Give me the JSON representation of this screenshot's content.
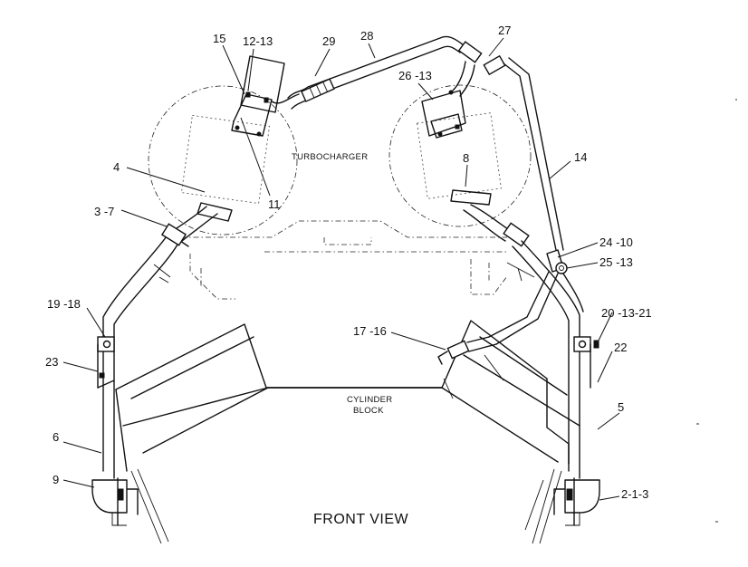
{
  "diagram": {
    "view_title": "FRONT VIEW",
    "labels": {
      "turbocharger": "TURBOCHARGER",
      "cylinder_block_line1": "CYLINDER",
      "cylinder_block_line2": "BLOCK"
    },
    "callouts": [
      {
        "id": "c15",
        "text": "15"
      },
      {
        "id": "c12",
        "text": "12-13"
      },
      {
        "id": "c29",
        "text": "29"
      },
      {
        "id": "c28",
        "text": "28"
      },
      {
        "id": "c27",
        "text": "27"
      },
      {
        "id": "c26",
        "text": "26 -13"
      },
      {
        "id": "c4",
        "text": "4"
      },
      {
        "id": "c11",
        "text": "11"
      },
      {
        "id": "c8",
        "text": "8"
      },
      {
        "id": "c14",
        "text": "14"
      },
      {
        "id": "c37",
        "text": "3 -7"
      },
      {
        "id": "c24",
        "text": "24 -10"
      },
      {
        "id": "c25",
        "text": "25 -13"
      },
      {
        "id": "c1918",
        "text": "19 -18"
      },
      {
        "id": "c1716",
        "text": "17 -16"
      },
      {
        "id": "c20",
        "text": "20 -13-21"
      },
      {
        "id": "c23",
        "text": "23"
      },
      {
        "id": "c22",
        "text": "22"
      },
      {
        "id": "c5",
        "text": "5"
      },
      {
        "id": "c6",
        "text": "6"
      },
      {
        "id": "c9",
        "text": "9"
      },
      {
        "id": "c213",
        "text": "2-1-3"
      }
    ]
  }
}
